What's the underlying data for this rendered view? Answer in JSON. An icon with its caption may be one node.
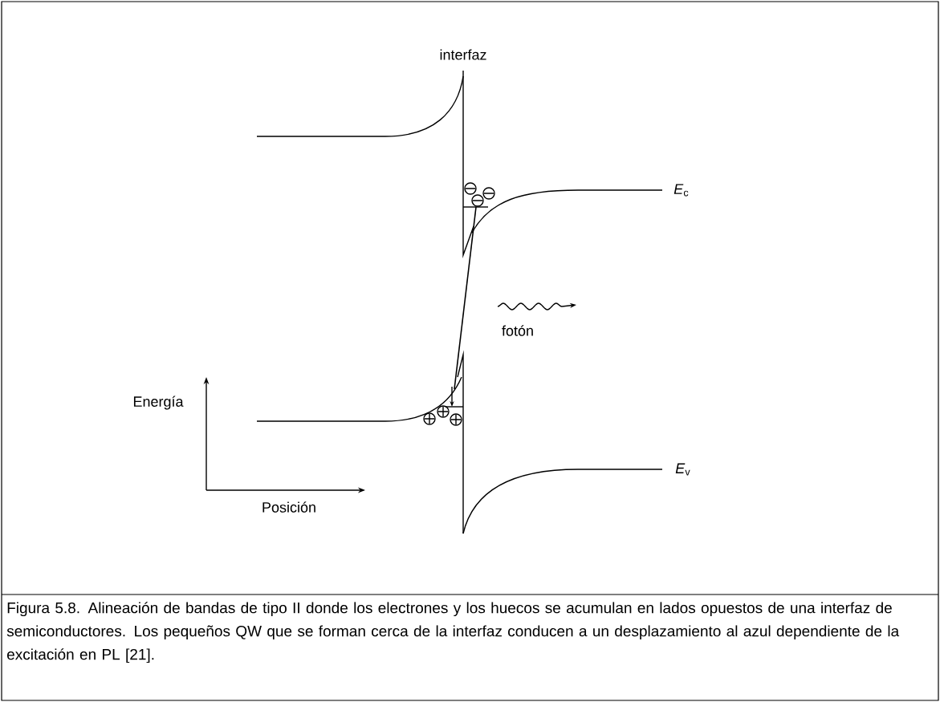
{
  "diagram": {
    "caption": "Figura 5.8. Alineación de bandas de tipo II donde los electrones y los huecos se acumulan en lados opuestos de una interfaz de semiconductores. Los pequeños QW que se forman cerca de la interfaz conducen a un desplazamiento al azul dependiente de la excitación en PL [21].",
    "labels": [
      "interfaz",
      "*E*$_{c}$",
      "fotón",
      "Energía",
      "*E*$_{v}$",
      "Posición"
    ]
  }
}
